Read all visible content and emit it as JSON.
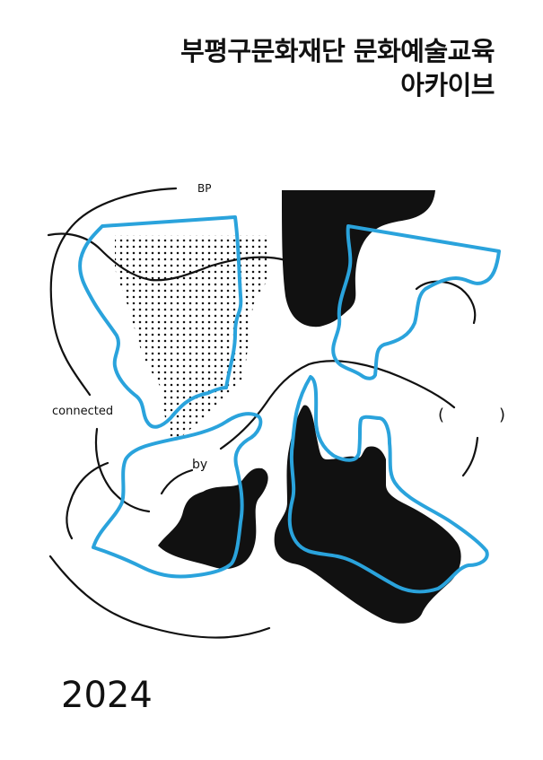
{
  "cover": {
    "title_line1": "부평구문화재단 문화예술교육",
    "title_line2": "아카이브",
    "label_bp": "BP",
    "label_connected": "connected",
    "label_by": "by",
    "paren_open": "(",
    "paren_close": ")",
    "year": "2024"
  },
  "colors": {
    "ink": "#111111",
    "accent_blue": "#2aa3dc",
    "background": "#ffffff"
  }
}
